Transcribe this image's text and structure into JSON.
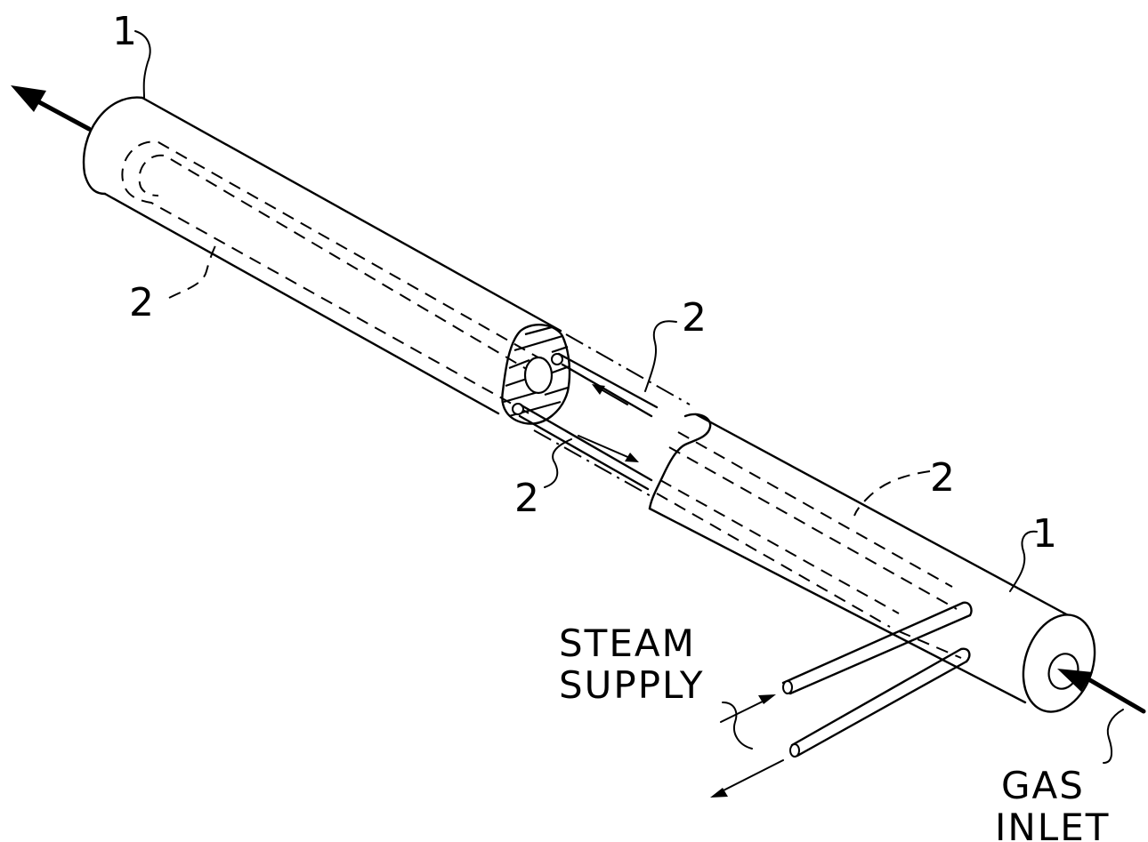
{
  "labels": {
    "tube_left": "1",
    "tube_right": "1",
    "channel_left": "2",
    "channel_top": "2",
    "channel_bottom": "2",
    "channel_right": "2",
    "steam_line1": "STEAM",
    "steam_line2": "SUPPLY",
    "gas_line1": "GAS",
    "gas_line2": "INLET"
  }
}
